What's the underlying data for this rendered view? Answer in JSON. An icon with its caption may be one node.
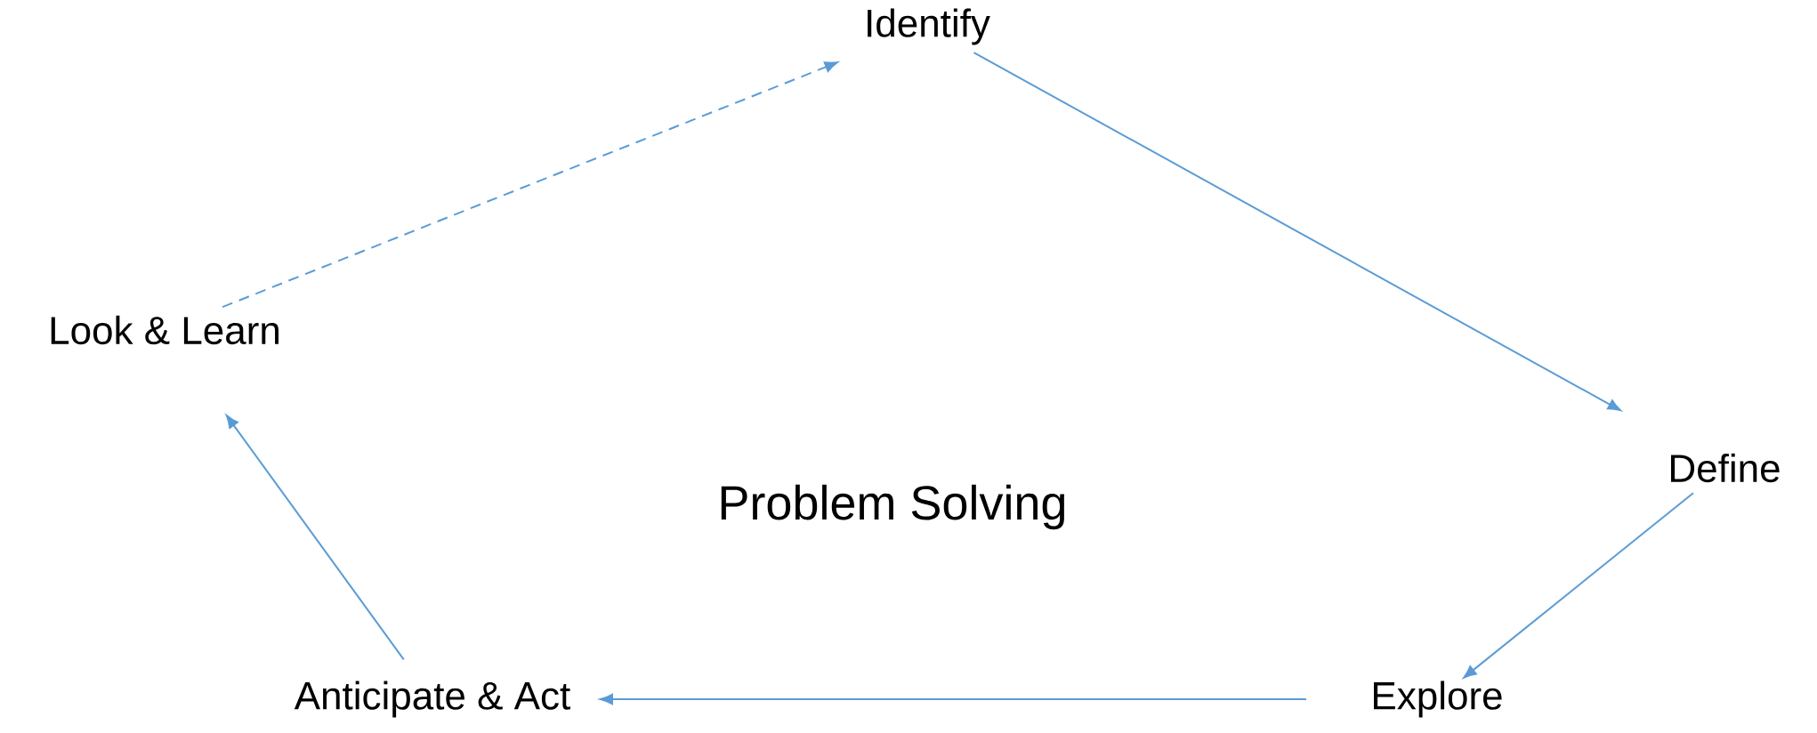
{
  "diagram": {
    "title": "Problem Solving",
    "nodes": [
      {
        "text": [
          "Identify"
        ]
      },
      {
        "text": [
          "Define"
        ]
      },
      {
        "text": [
          "Explore"
        ]
      },
      {
        "text": [
          "Anticipate & Act"
        ]
      },
      {
        "text": [
          "Look & Learn"
        ]
      }
    ],
    "edges": [
      {
        "from": 0,
        "to": 1,
        "arrow": "to"
      },
      {
        "from": 1,
        "to": 2,
        "arrow": "to"
      },
      {
        "from": 2,
        "to": 3,
        "arrow": "to"
      },
      {
        "from": 3,
        "to": 4,
        "arrow": "to"
      },
      {
        "from": 4,
        "to": 0,
        "arrow": "to",
        "style": "dashed"
      }
    ]
  }
}
